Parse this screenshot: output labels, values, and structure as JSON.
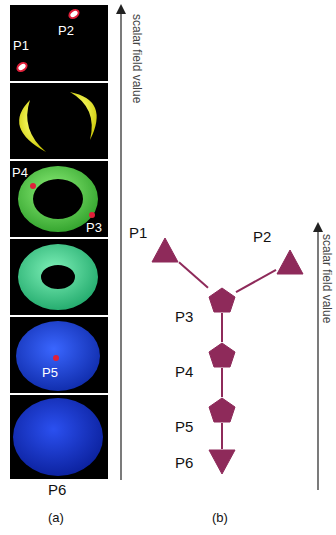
{
  "diagram": {
    "nodes": [
      {
        "text": [
          "P1"
        ]
      },
      {
        "text": [
          "P2"
        ]
      },
      {
        "text": [
          "P3"
        ]
      },
      {
        "text": [
          "P4"
        ]
      },
      {
        "text": [
          "P5"
        ]
      },
      {
        "text": [
          "P6"
        ]
      }
    ],
    "edges": [
      {
        "from": 0,
        "to": 2,
        "arrow": "none"
      },
      {
        "from": 1,
        "to": 2,
        "arrow": "none"
      },
      {
        "from": 2,
        "to": 3,
        "arrow": "none"
      },
      {
        "from": 3,
        "to": 4,
        "arrow": "none"
      },
      {
        "from": 4,
        "to": 5,
        "arrow": "none"
      }
    ],
    "labels": [
      "P1",
      "P2",
      "P4",
      "P3",
      "P5",
      "P6",
      "scalar field value",
      "(a)",
      "(b)",
      "scalar field value"
    ]
  }
}
